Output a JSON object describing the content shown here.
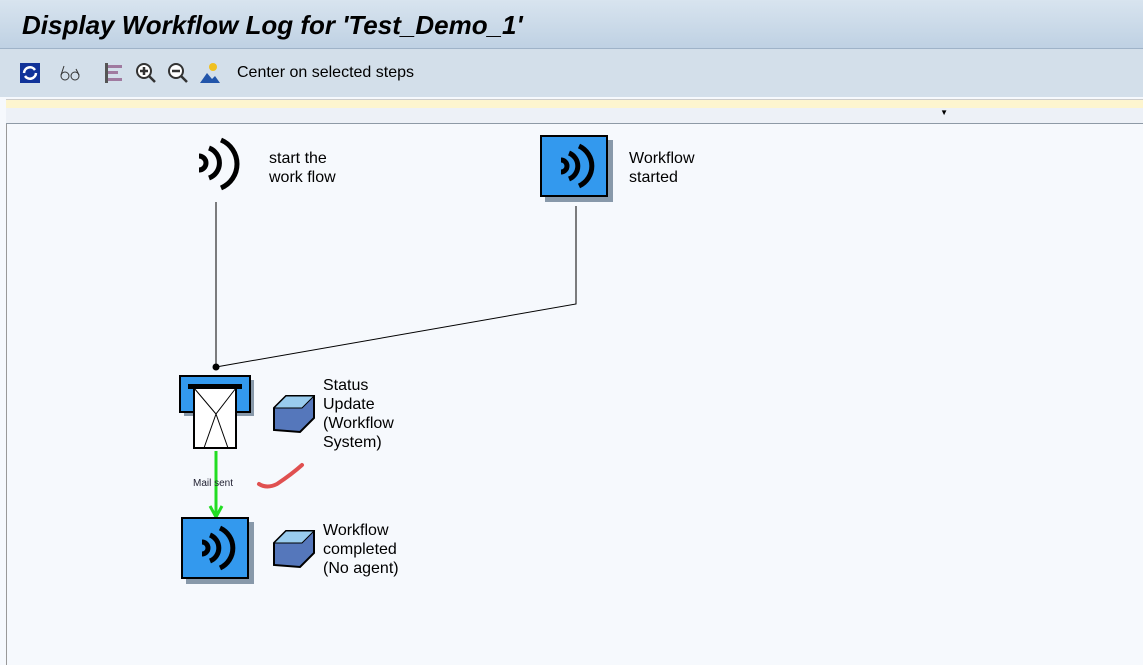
{
  "window": {
    "title": "Display Workflow Log for 'Test_Demo_1'"
  },
  "toolbar": {
    "center_label": "Center on selected steps",
    "icons": [
      "refresh-icon",
      "glasses-icon",
      "tree-icon",
      "zoom-in-icon",
      "zoom-out-icon",
      "person-icon"
    ]
  },
  "nodes": {
    "start": {
      "line1": "start the",
      "line2": "work flow"
    },
    "started": {
      "line1": "Workflow",
      "line2": "started"
    },
    "status": {
      "line1": "Status",
      "line2": "Update",
      "line3": "(Workflow",
      "line4": "System)"
    },
    "completed": {
      "line1": "Workflow",
      "line2": "completed",
      "line3": "(No agent)"
    }
  },
  "edges": {
    "mail_sent": "Mail sent"
  },
  "colors": {
    "success_arrow": "#22dd22",
    "check": "#e05050",
    "event_blue": "#3399ee"
  }
}
